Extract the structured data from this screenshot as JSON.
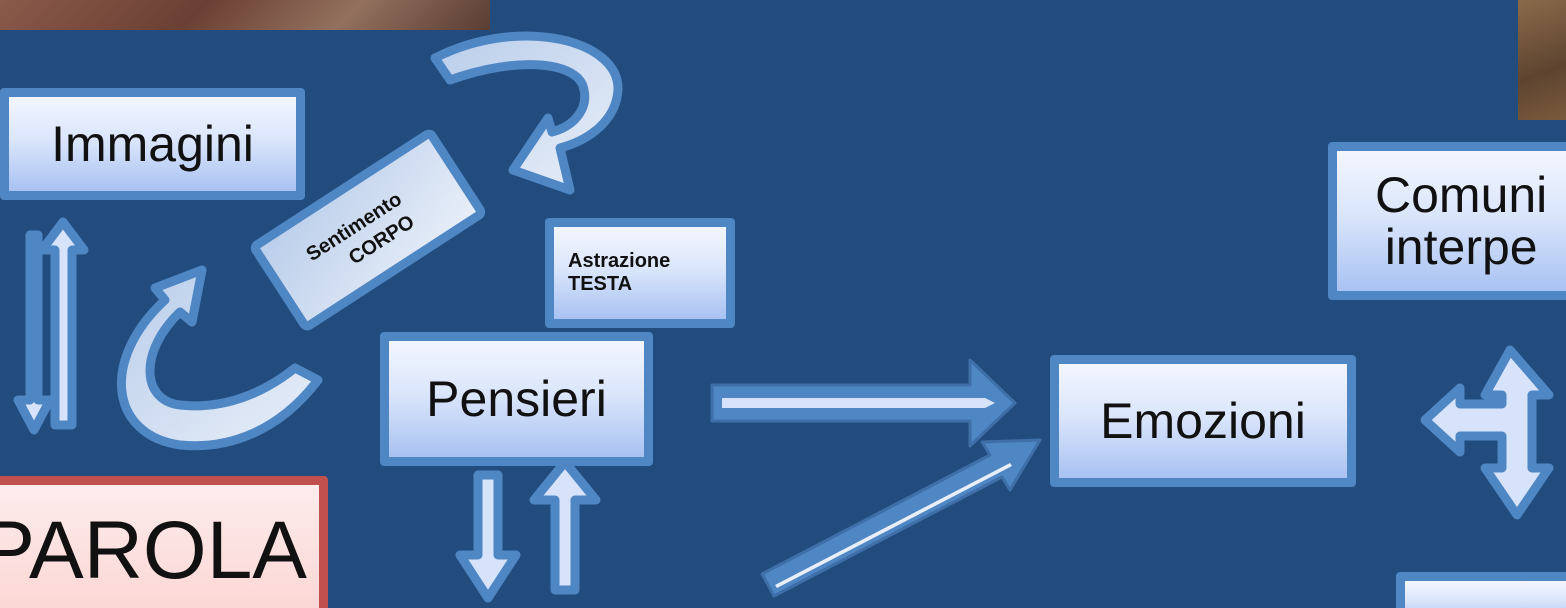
{
  "nodes": {
    "immagini": "Immagini",
    "sentimento_line1": "Sentimento",
    "sentimento_line2": "CORPO",
    "astrazione_line1": "Astrazione",
    "astrazione_line2": "TESTA",
    "pensieri": "Pensieri",
    "emozioni": "Emozioni",
    "comunicazione_line1": "Comuni",
    "comunicazione_line2": "interpe",
    "parola": "PAROLA"
  },
  "colors": {
    "background": "#224c7e",
    "box_border": "#4f86c4",
    "box_fill_top": "#f3f6ff",
    "box_fill_bottom": "#a9c2f2",
    "parola_border": "#c0504d",
    "parola_fill": "#fbd6d4",
    "arrow_fill": "#4f86c4",
    "arrow_core": "#d6e3fb"
  }
}
